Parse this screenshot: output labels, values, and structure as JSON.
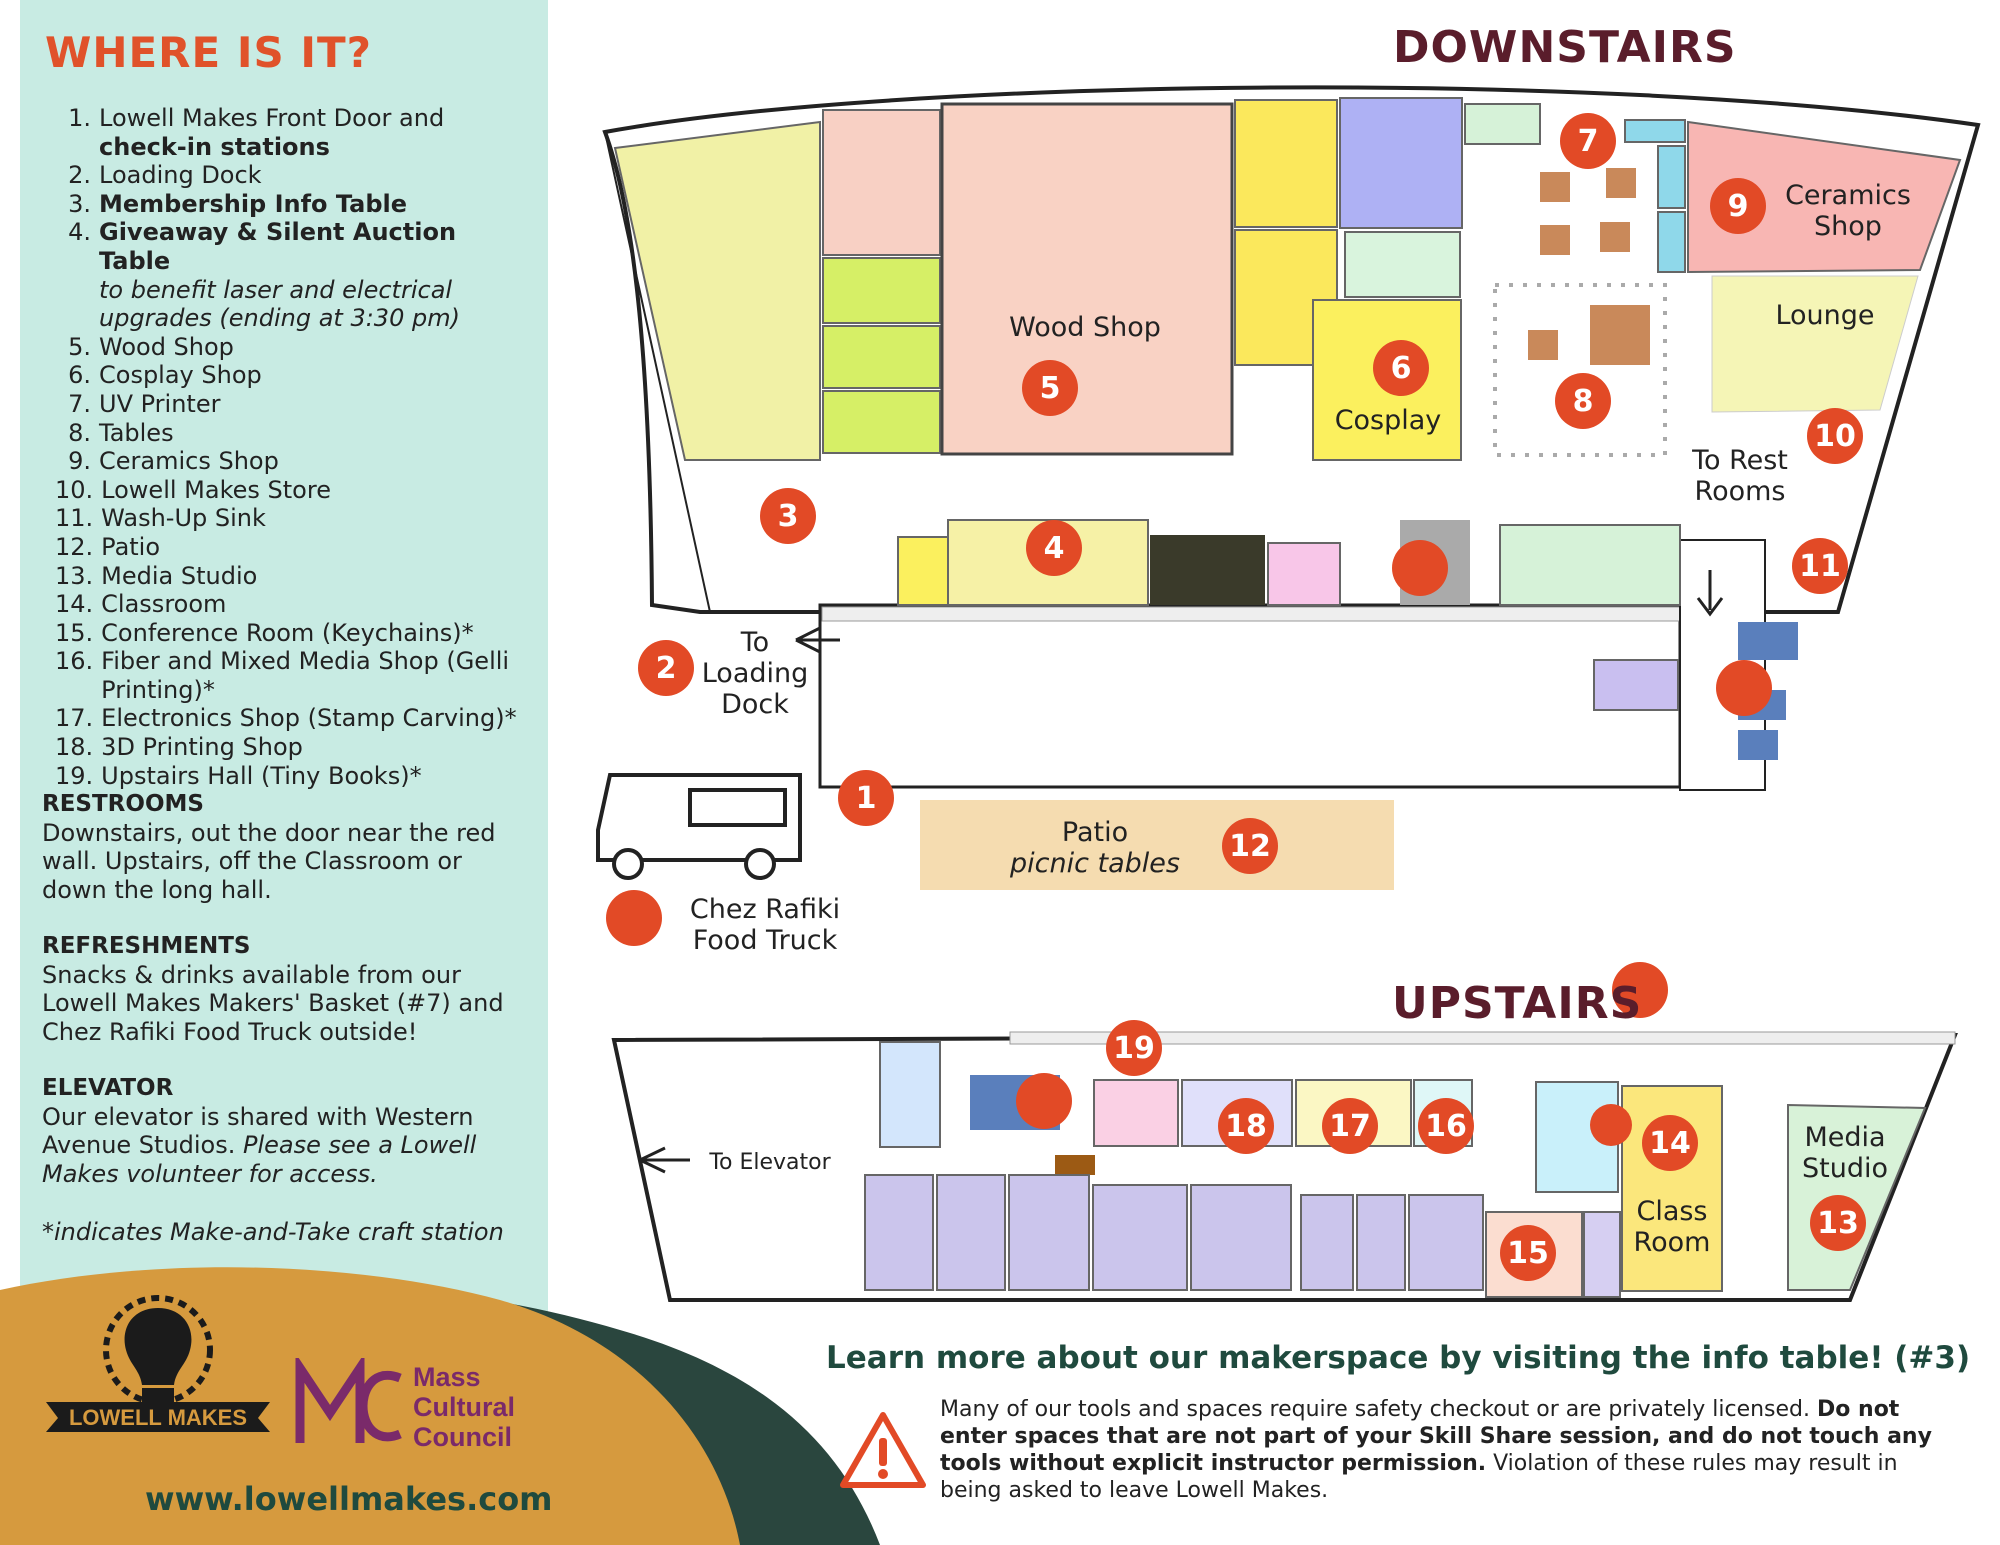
{
  "sidebar": {
    "title": "WHERE IS IT?",
    "items": [
      {
        "num": "1.",
        "text": "Lowell Makes Front Door and",
        "bold": "check-in stations"
      },
      {
        "num": "2.",
        "text": "Loading Dock"
      },
      {
        "num": "3.",
        "bold": "Membership Info Table"
      },
      {
        "num": "4.",
        "bold": "Giveaway & Silent Auction Table",
        "note": "to benefit laser and electrical upgrades (ending at 3:30 pm)"
      },
      {
        "num": "5.",
        "text": "Wood Shop"
      },
      {
        "num": "6.",
        "text": "Cosplay Shop"
      },
      {
        "num": "7.",
        "text": "UV Printer"
      },
      {
        "num": "8.",
        "text": "Tables"
      },
      {
        "num": "9.",
        "text": "Ceramics Shop"
      },
      {
        "num": "10.",
        "text": "Lowell Makes Store"
      },
      {
        "num": "11.",
        "text": "Wash-Up Sink"
      },
      {
        "num": "12.",
        "text": "Patio"
      },
      {
        "num": "13.",
        "text": "Media Studio"
      },
      {
        "num": "14.",
        "text": "Classroom"
      },
      {
        "num": "15.",
        "text": "Conference Room (Keychains)*"
      },
      {
        "num": "16.",
        "text": "Fiber and Mixed Media Shop (Gelli Printing)*"
      },
      {
        "num": "17.",
        "text": "Electronics Shop (Stamp Carving)*"
      },
      {
        "num": "18.",
        "text": "3D Printing Shop"
      },
      {
        "num": "19.",
        "text": "Upstairs Hall (Tiny Books)*"
      }
    ],
    "restrooms": {
      "heading": "RESTROOMS",
      "text": "Downstairs, out the door near the red wall. Upstairs, off the Classroom or down the long hall."
    },
    "refreshments": {
      "heading": "REFRESHMENTS",
      "text": "Snacks & drinks available from our Lowell Makes Makers' Basket (#7) and Chez Rafiki Food Truck outside!"
    },
    "elevator": {
      "heading": "ELEVATOR",
      "text": "Our elevator is shared with Western Avenue Studios.",
      "italic": "Please see a Lowell Makes volunteer for access."
    },
    "footnote": "*indicates Make-and-Take craft station",
    "website": "www.lowellmakes.com",
    "logo_left": "LOWELL MAKES",
    "logo_right": {
      "mark": "MC",
      "line1": "Mass",
      "line2": "Cultural",
      "line3": "Council"
    }
  },
  "downstairs": {
    "title": "DOWNSTAIRS",
    "labels": {
      "wood_shop": "Wood Shop",
      "cosplay": "Cosplay",
      "ceramics": "Ceramics Shop",
      "lounge": "Lounge",
      "rest_rooms": "To Rest Rooms",
      "loading_dock": "To Loading Dock",
      "patio_title": "Patio",
      "patio_sub": "picnic tables",
      "food_truck": "Chez Rafiki Food Truck"
    },
    "badges": [
      "1",
      "2",
      "3",
      "4",
      "5",
      "6",
      "7",
      "8",
      "9",
      "10",
      "11",
      "12"
    ]
  },
  "upstairs": {
    "title": "UPSTAIRS",
    "labels": {
      "to_elevator": "To Elevator",
      "class_room": "Class Room",
      "media_studio": "Media Studio"
    },
    "badges": [
      "13",
      "14",
      "15",
      "16",
      "17",
      "18",
      "19"
    ]
  },
  "info": {
    "title": "Learn more about our makerspace by visiting the info table! (#3)",
    "warning_plain": "Many of our tools and spaces require safety checkout or are privately licensed.",
    "warning_bold": "Do not enter spaces that are not part of your Skill Share session, and do not touch any tools without explicit instructor permission.",
    "warning_end": "Violation of these rules may result in being asked to leave Lowell Makes."
  },
  "colors": {
    "accent": "#e24a26",
    "title_maroon": "#5a1d2b",
    "sidebar_bg": "#c8ebe3",
    "mustard": "#d69a3e",
    "dark_green": "#2a463e"
  }
}
